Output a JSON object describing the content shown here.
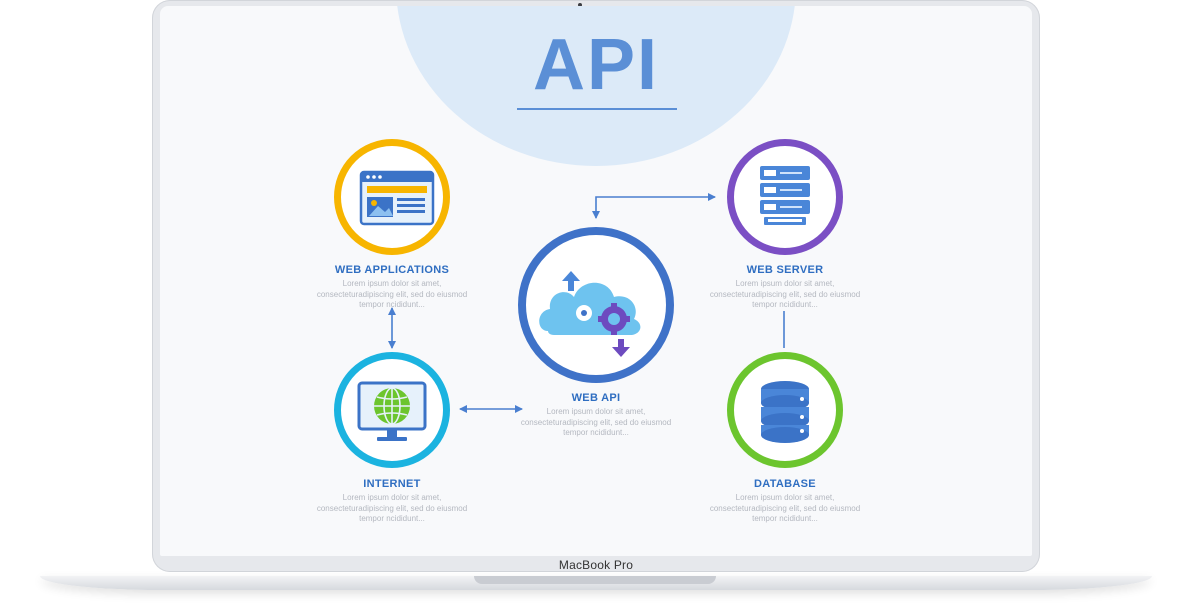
{
  "title": "API",
  "device_label": "MacBook Pro",
  "nodes": {
    "web_applications": {
      "title": "WEB APPLICATIONS",
      "description": "Lorem ipsum dolor sit amet, consecteturadipiscing elit, sed do eiusmod tempor ncididunt...",
      "ring_color": "#f7b500",
      "icon": "browser-window-icon"
    },
    "web_server": {
      "title": "WEB SERVER",
      "description": "Lorem ipsum dolor sit amet, consecteturadipiscing elit, sed do eiusmod tempor ncididunt...",
      "ring_color": "#7b4fc4",
      "icon": "server-rack-icon"
    },
    "web_api": {
      "title": "WEB API",
      "description": "Lorem ipsum dolor sit amet, consecteturadipiscing elit, sed do eiusmod tempor ncididunt...",
      "ring_color": "#3f72c8",
      "icon": "cloud-gears-icon"
    },
    "internet": {
      "title": "INTERNET",
      "description": "Lorem ipsum dolor sit amet, consecteturadipiscing elit, sed do eiusmod tempor ncididunt...",
      "ring_color": "#1bb3e0",
      "icon": "globe-monitor-icon"
    },
    "database": {
      "title": "DATABASE",
      "description": "Lorem ipsum dolor sit amet, consecteturadipiscing elit, sed do eiusmod tempor ncididunt...",
      "ring_color": "#6cc52e",
      "icon": "database-icon"
    }
  },
  "colors": {
    "accent": "#2f6ec1",
    "title_blue": "#5b8fd6",
    "connector": "#4a7fd0"
  }
}
